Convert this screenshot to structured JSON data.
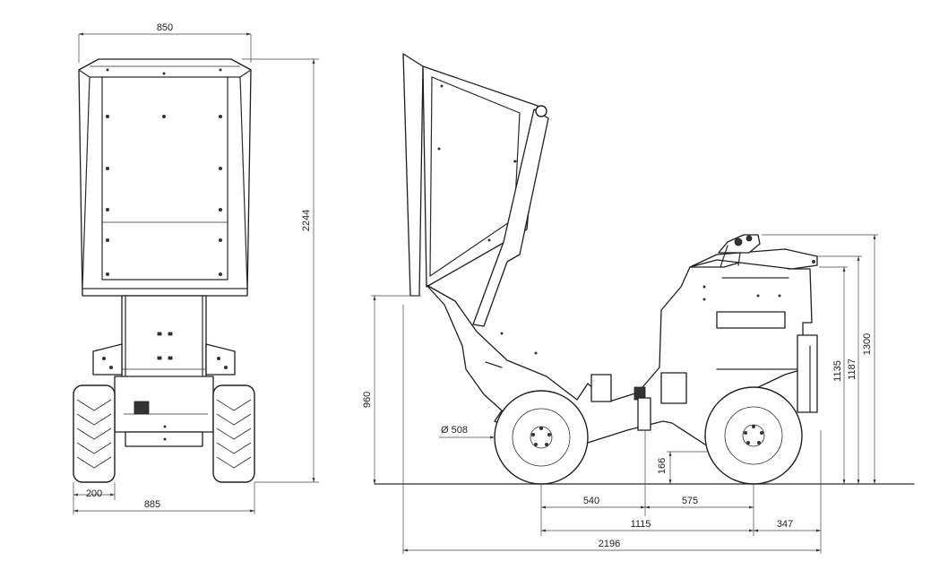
{
  "front_view": {
    "overall_width": "850",
    "overall_height": "2244",
    "track_width": "885",
    "tyre_width": "200"
  },
  "side_view": {
    "wheel_diameter": "Ø 508",
    "height_960": "960",
    "clearance": "166",
    "height_1135": "1135",
    "height_1187": "1187",
    "height_1300": "1300",
    "length_540": "540",
    "length_575": "575",
    "wheelbase": "1115",
    "rear_overhang": "347",
    "overall_length": "2196"
  }
}
